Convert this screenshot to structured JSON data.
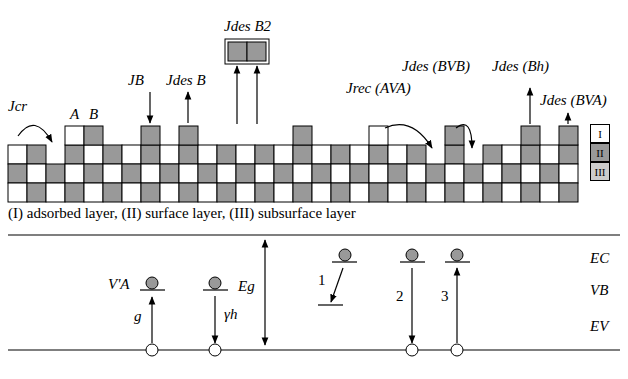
{
  "diagram": {
    "caption": "(I) adsorbed layer, (II) surface layer, (III) subsurface layer",
    "nodes": [
      {
        "text": [
          "I"
        ]
      },
      {
        "text": [
          "II"
        ]
      },
      {
        "text": [
          "III"
        ]
      }
    ],
    "labels": [
      "Jcr",
      "A",
      "B",
      "JB",
      "Jdes B",
      "Jdes B2",
      "Jrec (AVA)",
      "Jdes (BVB)",
      "Jdes (Bh)",
      "Jdes (BVA)",
      "V'A",
      "g",
      "γh",
      "Eg",
      "1",
      "2",
      "3",
      "EC",
      "VB",
      "EV"
    ]
  }
}
